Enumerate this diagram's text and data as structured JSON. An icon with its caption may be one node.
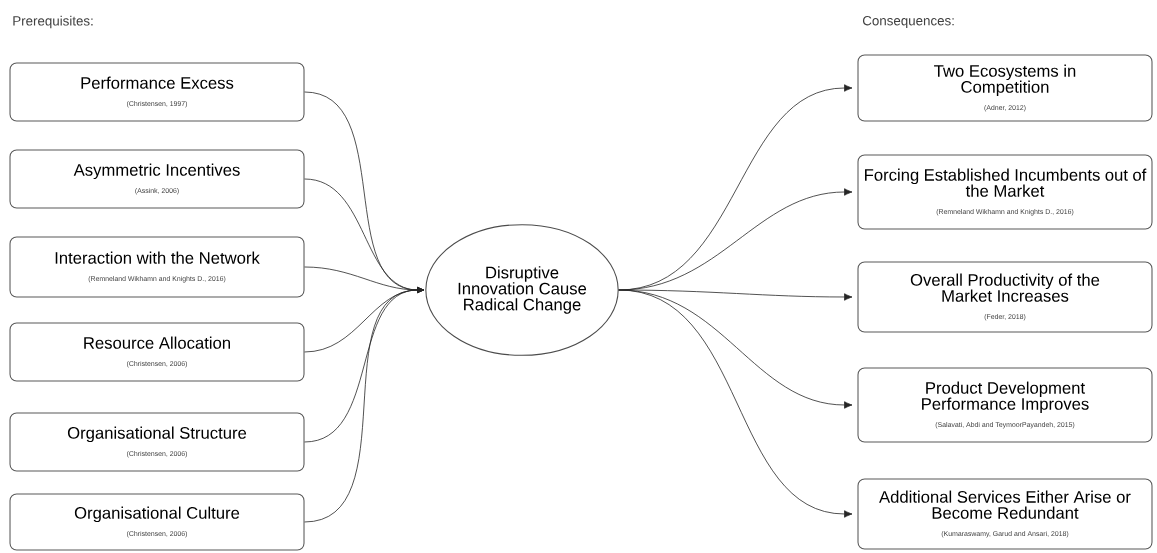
{
  "diagram": {
    "nodes": [
      {
        "text": [
          "Performance Excess",
          "(Christensen, 1997)"
        ]
      },
      {
        "text": [
          "Asymmetric Incentives",
          "(Assink, 2006)"
        ]
      },
      {
        "text": [
          "Interaction with the Network",
          "(Remneland Wikhamn and Knights D., 2016)"
        ]
      },
      {
        "text": [
          "Resource Allocation",
          "(Christensen, 2006)"
        ]
      },
      {
        "text": [
          "Organisational Structure",
          "(Christensen, 2006)"
        ]
      },
      {
        "text": [
          "Organisational Culture",
          "(Christensen, 2006)"
        ]
      },
      {
        "text": [
          "Disruptive Innovation Cause Radical Change"
        ]
      },
      {
        "text": [
          "Two Ecosystems in Competition",
          "(Adner, 2012)"
        ]
      },
      {
        "text": [
          "Forcing Established Incumbents out of the Market",
          "(Remneland Wikhamn and Knights D., 2016)"
        ]
      },
      {
        "text": [
          "Overall Productivity of the Market Increases",
          "(Feder, 2018)"
        ]
      },
      {
        "text": [
          "Product Development Performance Improves",
          "(Salavati, Abdi and TeymoorPayandeh, 2015)"
        ]
      },
      {
        "text": [
          "Additional Services Either Arise or Become Redundant",
          "(Kumaraswamy, Garud and Ansari, 2018)"
        ]
      }
    ],
    "edges": [
      {
        "from": 0,
        "to": 6,
        "arrow": "to"
      },
      {
        "from": 1,
        "to": 6,
        "arrow": "to"
      },
      {
        "from": 2,
        "to": 6,
        "arrow": "to"
      },
      {
        "from": 3,
        "to": 6,
        "arrow": "to"
      },
      {
        "from": 4,
        "to": 6,
        "arrow": "to"
      },
      {
        "from": 5,
        "to": 6,
        "arrow": "to"
      },
      {
        "from": 6,
        "to": 7,
        "arrow": "to"
      },
      {
        "from": 6,
        "to": 8,
        "arrow": "to"
      },
      {
        "from": 6,
        "to": 9,
        "arrow": "to"
      },
      {
        "from": 6,
        "to": 10,
        "arrow": "to"
      },
      {
        "from": 6,
        "to": 11,
        "arrow": "to"
      }
    ],
    "labels": [
      "Prerequisites:",
      "Consequences:"
    ]
  }
}
